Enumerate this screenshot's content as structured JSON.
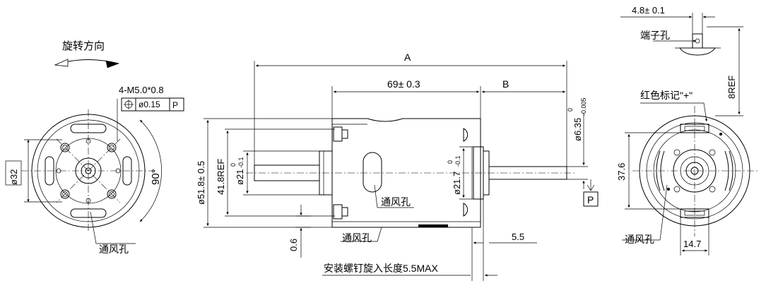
{
  "labels": {
    "rotation_direction": "旋转方向",
    "vent_hole": "通风孔",
    "terminal_hole": "端子孔",
    "red_mark": "红色标记\"+\"",
    "screw_depth": "安装螺钉旋入长度5.5MAX"
  },
  "dims": {
    "A": "A",
    "B": "B",
    "len_69": "69± 0.3",
    "dia_51_8": "ø51.8± 0.5",
    "ref_41_8": "41.8REF",
    "dia_21_main": "ø21",
    "tol_0": "0",
    "tol_minus_01": "-0.1",
    "dia_21_7_main": "ø21.7",
    "dia_6_35_main": "ø6.35",
    "tol_6_35_upper": "0",
    "tol_6_35_lower": "-0.005",
    "dim_0_6": "0.6",
    "dim_5_5": "5.5",
    "datum_p": "P",
    "dia_32": "ø32",
    "angle_90": "90°",
    "thread_4m5": "4-M5.0*0.8",
    "fcf_tol": "ø0.15",
    "fcf_datum": "P",
    "dim_4_8": "4.8± 0.1",
    "ref_8": "8REF",
    "dim_37_6": "37.6",
    "dim_14_7": "14.7"
  }
}
